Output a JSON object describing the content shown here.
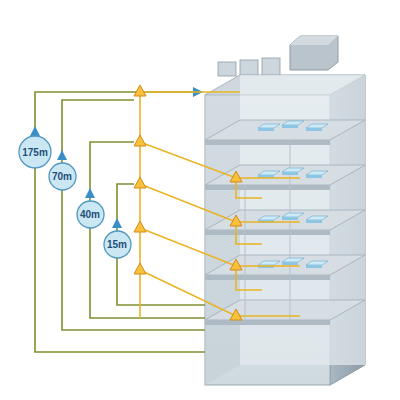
{
  "diagram": {
    "nodes": [
      {
        "text": [
          "175m"
        ]
      },
      {
        "text": [
          "70m"
        ]
      },
      {
        "text": [
          "40m"
        ]
      },
      {
        "text": [
          "15m"
        ]
      }
    ]
  }
}
